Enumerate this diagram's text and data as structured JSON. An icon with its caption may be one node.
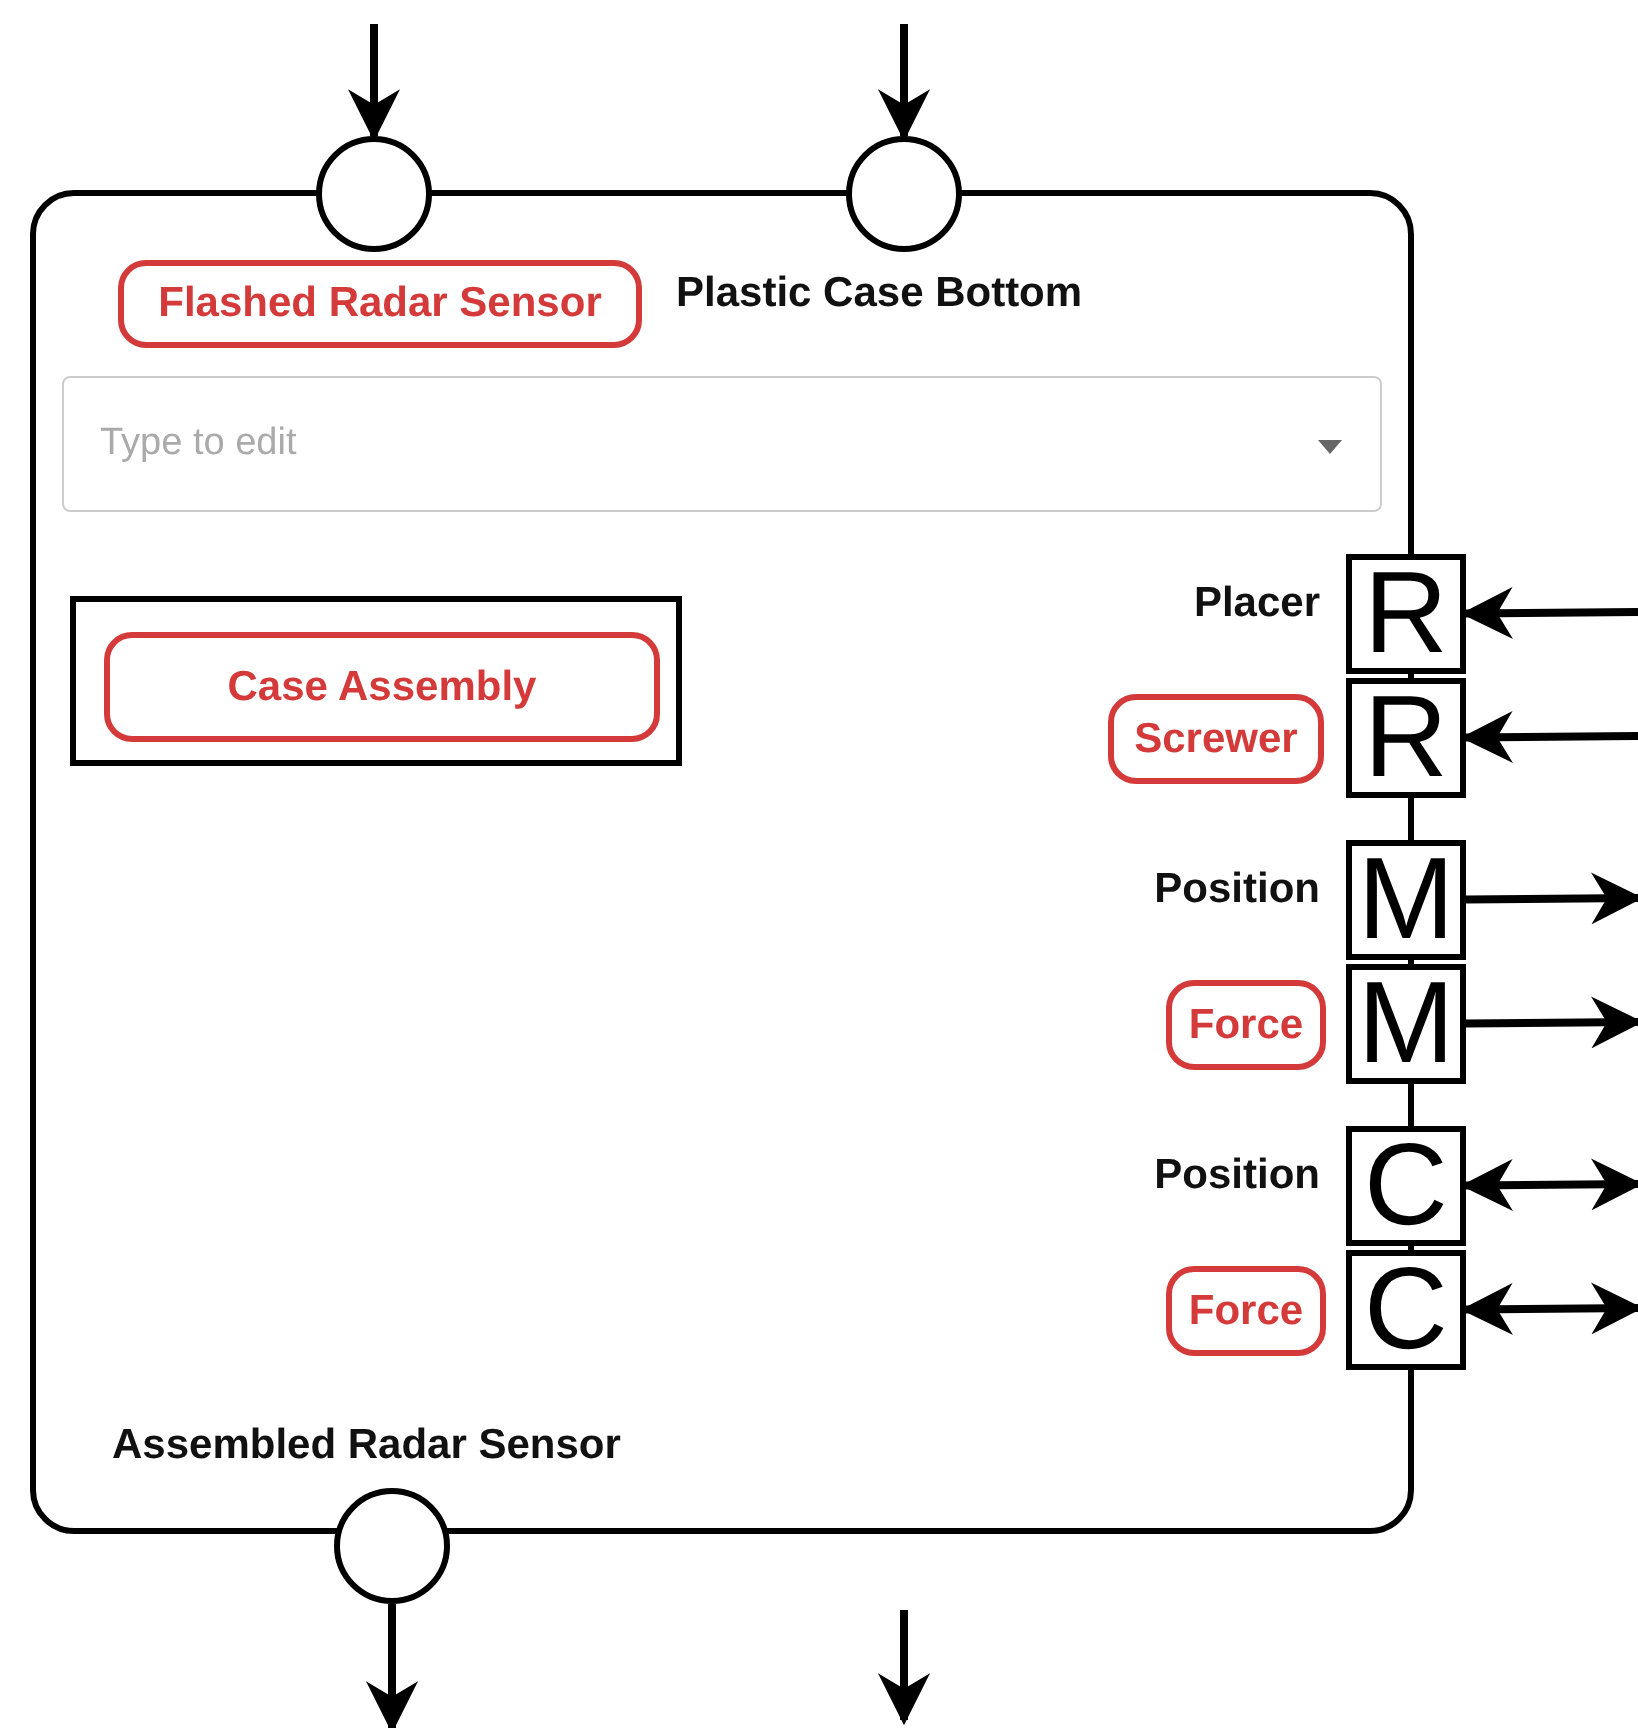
{
  "diagram": {
    "nodes": [
      {
        "text": [],
        "shape": "box"
      },
      {
        "text": [],
        "shape": "circle"
      },
      {
        "text": [],
        "shape": "circle",
        "beside": [
          "Plastic Case Bottom"
        ]
      },
      {
        "text": [
          "Flashed Radar Sensor"
        ],
        "in": 0
      },
      {
        "text": [],
        "shape": "box",
        "in": 0
      },
      {
        "text": [
          "Case Assembly"
        ],
        "in": 4
      },
      {
        "text": [
          "R"
        ],
        "beside": [
          "Placer"
        ]
      },
      {
        "text": [
          "R"
        ]
      },
      {
        "text": [
          "Screwer"
        ],
        "in": 0
      },
      {
        "text": [
          "M"
        ],
        "beside": [
          "Position"
        ]
      },
      {
        "text": [
          "M"
        ]
      },
      {
        "text": [
          "Force"
        ],
        "in": 0
      },
      {
        "text": [
          "C"
        ],
        "beside": [
          "Position"
        ]
      },
      {
        "text": [
          "C"
        ]
      },
      {
        "text": [
          "Force"
        ],
        "in": 0
      },
      {
        "text": [],
        "shape": "circle",
        "beside": [
          "Assembled Radar Sensor"
        ]
      }
    ],
    "edges": [
      {
        "from": null,
        "to": 1,
        "arrow": "to"
      },
      {
        "from": null,
        "to": 2,
        "arrow": "to"
      },
      {
        "from": null,
        "to": 6,
        "arrow": "to"
      },
      {
        "from": null,
        "to": 7,
        "arrow": "to"
      },
      {
        "from": 9,
        "to": null,
        "arrow": "to"
      },
      {
        "from": 10,
        "to": null,
        "arrow": "to"
      },
      {
        "from": 12,
        "to": null,
        "arrow": "both"
      },
      {
        "from": 13,
        "to": null,
        "arrow": "both"
      },
      {
        "from": 15,
        "to": null,
        "arrow": "to"
      }
    ],
    "labels": [
      "Type to edit"
    ]
  }
}
